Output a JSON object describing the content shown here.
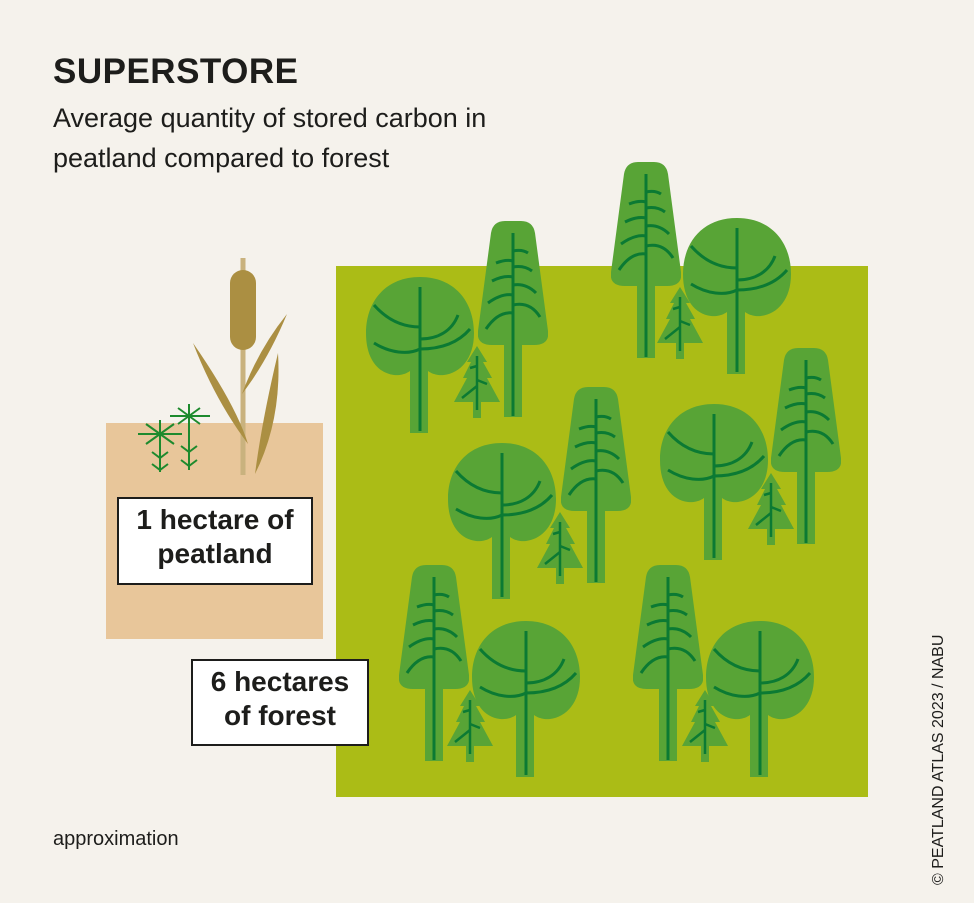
{
  "title": "SUPERSTORE",
  "subtitle": "Average quantity of stored carbon in peatland compared to forest",
  "peatland_label": "1 hectare of peatland",
  "forest_label": "6 hectares of forest",
  "note": "approximation",
  "credit": "© PEATLAND ATLAS 2023 / NABU",
  "comparison": {
    "peatland_hectares": 1,
    "forest_hectares": 6
  },
  "colors": {
    "background": "#f5f2ec",
    "peat": "#e8c69a",
    "forest": "#abbc16",
    "tree": "#58a436",
    "tree_line": "#0b7a33",
    "reed": "#ab8f42"
  }
}
